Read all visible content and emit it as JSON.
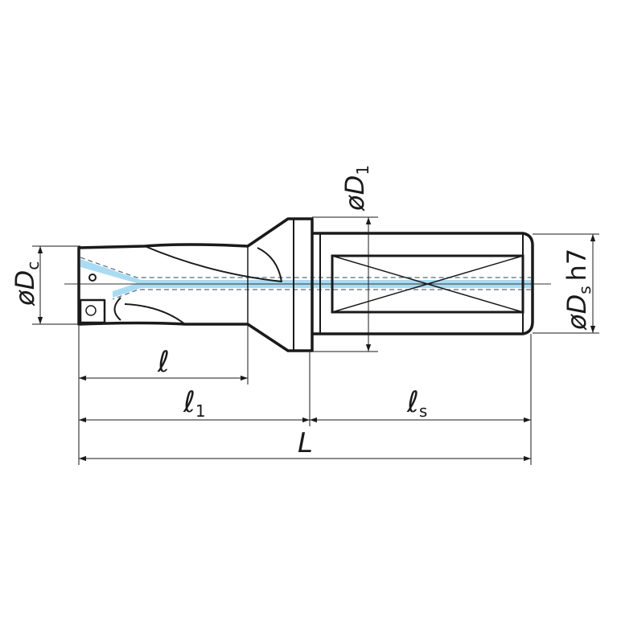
{
  "colors": {
    "outline": "#1a1a1a",
    "coolant": "#a9dcf2",
    "dash": "#5a6a78"
  },
  "labels": {
    "dc": {
      "prefix": "ø",
      "main": "D",
      "sub": "c"
    },
    "d1": {
      "prefix": "ø",
      "main": "D",
      "sub": "1"
    },
    "ds": {
      "prefix": "ø",
      "main": "D",
      "sub": "s",
      "tol": "h7"
    },
    "l": "ℓ",
    "l1": {
      "main": "ℓ",
      "sub": "1"
    },
    "ls": {
      "main": "ℓ",
      "sub": "s"
    },
    "L": "L"
  }
}
